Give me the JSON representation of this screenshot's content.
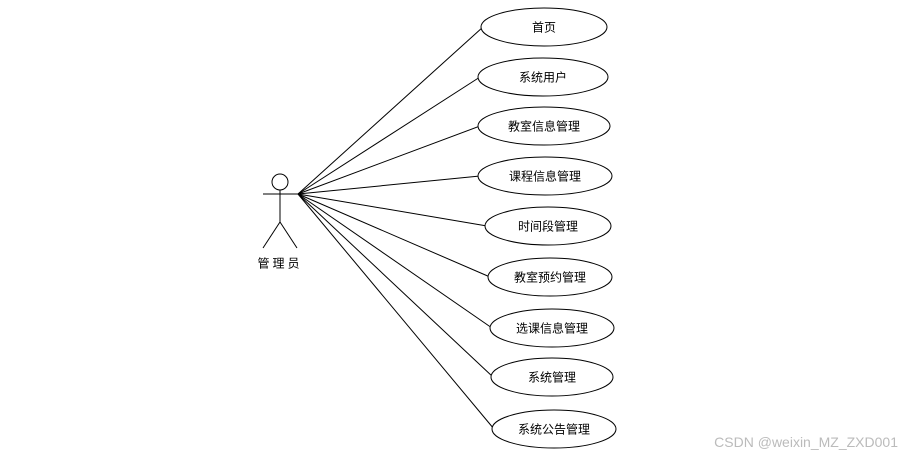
{
  "actor": {
    "label": "管理员"
  },
  "use_cases": [
    {
      "label": "首页"
    },
    {
      "label": "系统用户"
    },
    {
      "label": "教室信息管理"
    },
    {
      "label": "课程信息管理"
    },
    {
      "label": "时间段管理"
    },
    {
      "label": "教室预约管理"
    },
    {
      "label": "选课信息管理"
    },
    {
      "label": "系统管理"
    },
    {
      "label": "系统公告管理"
    }
  ],
  "watermark": "CSDN @weixin_MZ_ZXD001"
}
